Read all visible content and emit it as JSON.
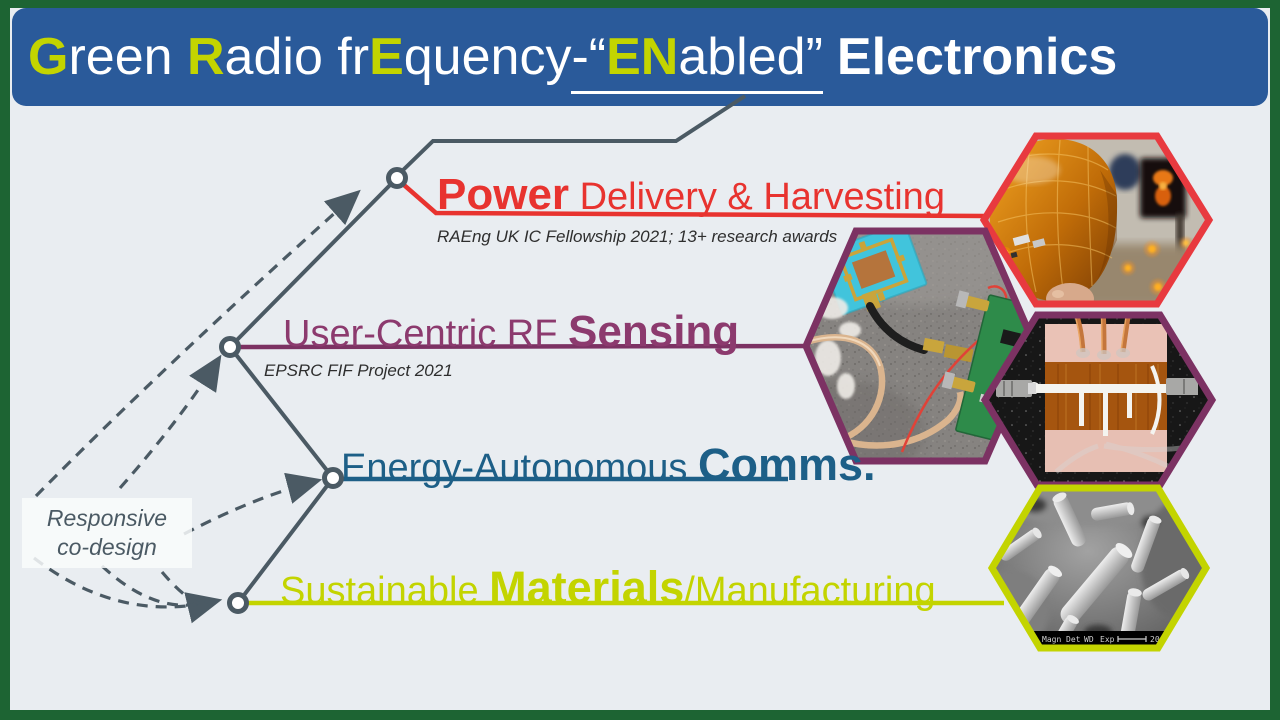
{
  "colors": {
    "frame": "#1d6433",
    "background": "#e9edf1",
    "title_bar": "#2a5a9a",
    "accent": "#c3d400",
    "red": "#e8332f",
    "purple": "#8c3a6e",
    "teal": "#1d5f87",
    "slate": "#4b5a64"
  },
  "title": {
    "segments": [
      {
        "t": "G"
      },
      {
        "t": "reen "
      },
      {
        "t": "R"
      },
      {
        "t": "adio fr"
      },
      {
        "t": "E"
      },
      {
        "t": "quency"
      },
      {
        "t": "-“"
      },
      {
        "t": "EN"
      },
      {
        "t": "abled"
      },
      {
        "t": "”"
      },
      {
        "t": "Electronics"
      }
    ]
  },
  "branches": {
    "power": {
      "bold": "Power",
      "rest": " Delivery & Harvesting",
      "caption": "RAEng UK IC Fellowship 2021; 13+ research awards"
    },
    "sensing": {
      "pre": "User-Centric RF ",
      "bold": "Sensing",
      "caption": "EPSRC FIF Project 2021"
    },
    "comms": {
      "pre": "Energy-Autonomous ",
      "bold": "Comms."
    },
    "materials": {
      "pre": "Sustainable ",
      "bold": "Materials",
      "post": "/Manufacturing"
    }
  },
  "codesign": {
    "line1": "Responsive",
    "line2": "co-design"
  },
  "sem": {
    "magn": "Magn",
    "det": "Det",
    "wd": "WD",
    "exp": "Exp",
    "scale": "20"
  }
}
